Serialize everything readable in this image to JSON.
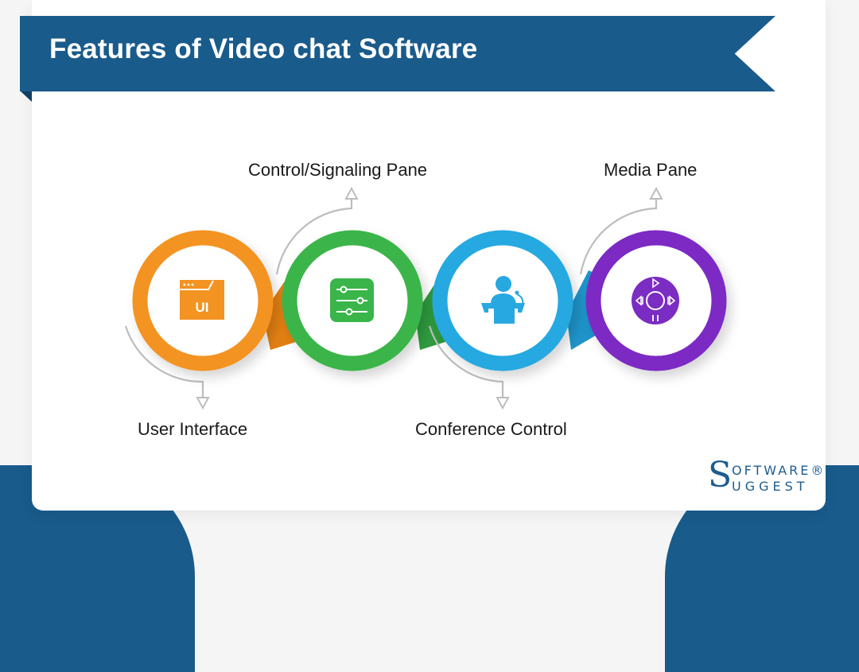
{
  "title": "Features of Video chat Software",
  "colors": {
    "banner": "#195b8b",
    "orange": "#f39321",
    "green": "#3ab54a",
    "blue": "#28a8e0",
    "purple": "#7b2cc3",
    "connector_gray": "#bdbdbd"
  },
  "features": [
    {
      "label": "User Interface",
      "icon": "ui-window-icon",
      "color": "#f39321",
      "label_position": "below"
    },
    {
      "label": "Control/Signaling Pane",
      "icon": "sliders-icon",
      "color": "#3ab54a",
      "label_position": "above"
    },
    {
      "label": "Conference Control",
      "icon": "speaker-podium-icon",
      "color": "#28a8e0",
      "label_position": "below"
    },
    {
      "label": "Media Pane",
      "icon": "media-controls-icon",
      "color": "#7b2cc3",
      "label_position": "above"
    }
  ],
  "icons": {
    "ui_text": "UI"
  },
  "logo": {
    "big_letter": "S",
    "top_line": "OFTWARE®",
    "bottom_line": "UGGEST"
  }
}
